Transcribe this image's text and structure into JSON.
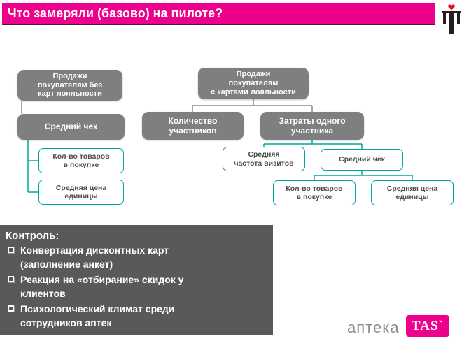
{
  "header": {
    "title": "Что замеряли (базово) на пилоте?"
  },
  "diagram": {
    "no_card": {
      "root": "Продажи\nпокупателям без\nкарт лояльности",
      "avg_check": "Средний чек",
      "items_per_purchase": "Кол-во товаров\nв покупке",
      "unit_price": "Средняя цена\nединицы"
    },
    "with_card": {
      "root": "Продажи\nпокупателям\nс картами лояльности",
      "participants": "Количество\nучастников",
      "cost_per_participant": "Затраты одного\nучастника",
      "visit_frequency": "Средняя\nчастота визитов",
      "avg_check": "Средний чек",
      "items_per_purchase": "Кол-во товаров\nв покупке",
      "unit_price": "Средняя цена\nединицы"
    }
  },
  "control": {
    "title": "Контроль:",
    "items": [
      "Конвертация дисконтных карт\n(заполнение анкет)",
      "Реакция на «отбирание» скидок у\nклиентов",
      "Психологический климат среди\nсотрудников аптек"
    ]
  },
  "footer": {
    "brand": "аптека",
    "logo": "TAS`"
  },
  "colors": {
    "accent": "#EC008C",
    "node_gray": "#7F7F7F",
    "node_teal_border": "#00A79D",
    "control_bg": "#595959"
  }
}
